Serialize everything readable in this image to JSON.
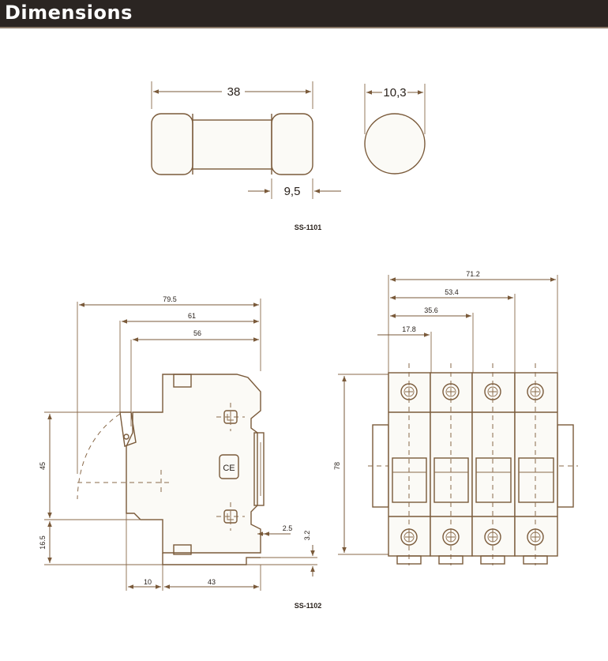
{
  "header": {
    "title": "Dimensions"
  },
  "fuse": {
    "caption": "SS-1101",
    "length": "38",
    "cap_length": "9,5",
    "diameter": "10,3"
  },
  "breaker": {
    "caption": "SS-1102",
    "side": {
      "depth_total": "79.5",
      "depth_mid": "61",
      "depth_inner": "56",
      "height_upper": "45",
      "height_lower": "16.5",
      "rail_offset": "10",
      "rail_width": "43",
      "clip_gap": "2.5",
      "clip_height": "3.2"
    },
    "front": {
      "width_4pole": "71.2",
      "width_3pole": "53.4",
      "width_2pole": "35.6",
      "width_1pole": "17.8",
      "height": "78"
    }
  }
}
